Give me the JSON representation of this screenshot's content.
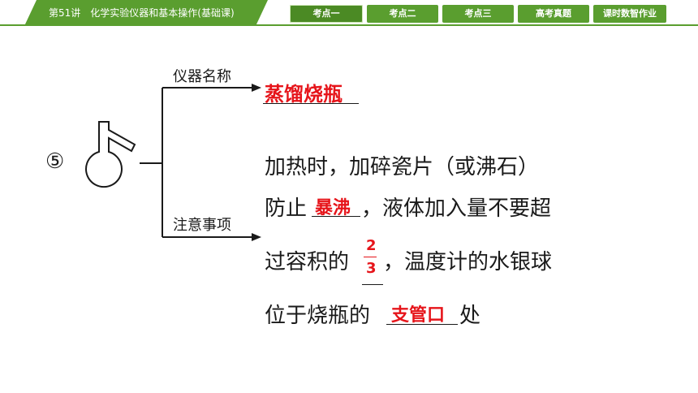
{
  "header": {
    "title": "第51讲　化学实验仪器和基本操作(基础课)",
    "nav": [
      "考点一",
      "考点二",
      "考点三",
      "高考真题",
      "课时数智作业"
    ],
    "active_index": 0
  },
  "content": {
    "number": "⑤",
    "branch_top_label": "仪器名称",
    "branch_bottom_label": "注意事项",
    "instrument_name": "蒸馏烧瓶",
    "note_line1": "加热时，加碎瓷片（或沸石）",
    "note_line2_a": "防止",
    "note_line2_answer": "暴沸",
    "note_line2_b": "，液体加入量不要超",
    "note_line3_a": "过容积的",
    "fraction_numerator": "2",
    "fraction_denominator": "3",
    "note_line3_b": "，温度计的水银球",
    "note_line4_a": "位于烧瓶的",
    "note_line4_answer": "支管口",
    "note_line4_b": "处"
  },
  "colors": {
    "header_green": "#5a9e2f",
    "answer_red": "#e6141a"
  }
}
